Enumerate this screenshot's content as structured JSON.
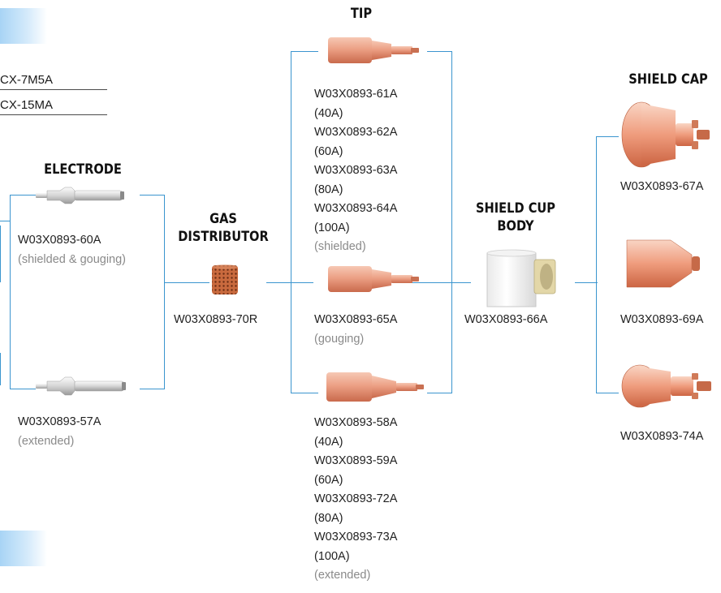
{
  "models": [
    "CX-7M5A",
    "CX-15MA"
  ],
  "headings": {
    "electrode": "ELECTRODE",
    "gas_distributor_line1": "GAS",
    "gas_distributor_line2": "DISTRIBUTOR",
    "tip": "TIP",
    "shield_cup_body_line1": "SHIELD CUP",
    "shield_cup_body_line2": "BODY",
    "shield_cap": "SHIELD CAP"
  },
  "electrode": {
    "shielded": {
      "part": "W03X0893-60A",
      "note": "(shielded & gouging)"
    },
    "extended": {
      "part": "W03X0893-57A",
      "note": "(extended)"
    }
  },
  "gas_distributor": {
    "part": "W03X0893-70R"
  },
  "tip": {
    "shielded": {
      "lines": [
        "W03X0893-61A",
        "(40A)",
        "W03X0893-62A",
        "(60A)",
        "W03X0893-63A",
        "(80A)",
        "W03X0893-64A",
        "(100A)"
      ],
      "note": "(shielded)"
    },
    "gouging": {
      "part": "W03X0893-65A",
      "note": "(gouging)"
    },
    "extended": {
      "lines": [
        "W03X0893-58A",
        "(40A)",
        "W03X0893-59A",
        "(60A)",
        "W03X0893-72A",
        "(80A)",
        "W03X0893-73A",
        "(100A)"
      ],
      "note": "(extended)"
    }
  },
  "shield_cup_body": {
    "part": "W03X0893-66A"
  },
  "shield_cap": {
    "cap1": {
      "part": "W03X0893-67A"
    },
    "cap2": {
      "part": "W03X0893-69A"
    },
    "cap3": {
      "part": "W03X0893-74A"
    }
  },
  "colors": {
    "connector": "#3b95cf",
    "copper": "#e8967a",
    "note_gray": "#8a8a8a",
    "tab_blue": "#a8d4f5"
  }
}
